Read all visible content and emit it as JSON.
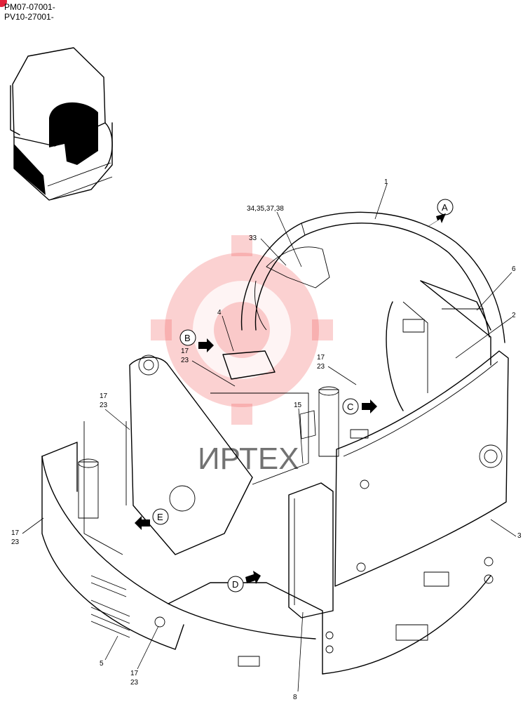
{
  "header": {
    "serial_line_1": "PM07-07001-",
    "serial_line_2": "PV10-27001-"
  },
  "watermark": {
    "text": "ИРТЕХ",
    "color": "#f05a5a"
  },
  "callouts": {
    "c1": "1",
    "c2": "2",
    "c3": "3",
    "c4": "4",
    "c5": "5",
    "c6": "6",
    "c8": "8",
    "c15": "15",
    "c33": "33",
    "c34": "34,35,37,38",
    "c17_b": "17",
    "c23_b": "23",
    "c17_c": "17",
    "c23_c": "23",
    "c17_l": "17",
    "c23_l": "23",
    "c17_f": "17",
    "c23_f": "23",
    "c17_bot": "17",
    "c23_bot": "23"
  },
  "view_arrows": {
    "a": "A",
    "b": "B",
    "c": "C",
    "d": "D",
    "e": "E"
  }
}
